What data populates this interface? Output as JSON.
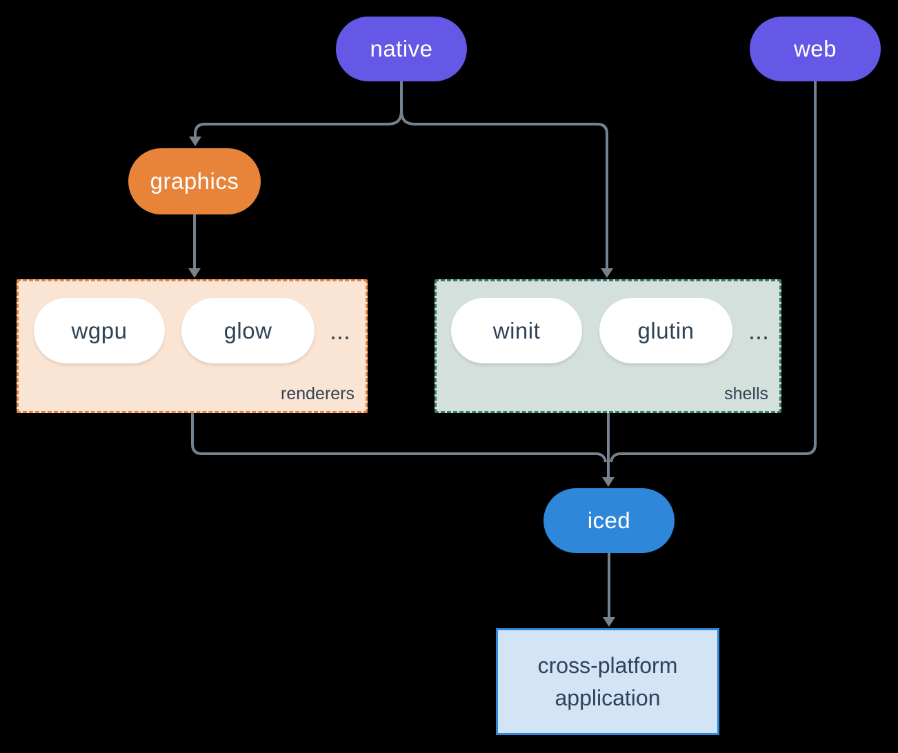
{
  "diagram": {
    "nodes": {
      "native": {
        "label": "native"
      },
      "web": {
        "label": "web"
      },
      "graphics": {
        "label": "graphics"
      },
      "wgpu": {
        "label": "wgpu"
      },
      "glow": {
        "label": "glow"
      },
      "winit": {
        "label": "winit"
      },
      "glutin": {
        "label": "glutin"
      },
      "iced": {
        "label": "iced"
      },
      "application": {
        "label_line1": "cross-platform",
        "label_line2": "application"
      }
    },
    "groups": {
      "renderers": {
        "label": "renderers",
        "more": "..."
      },
      "shells": {
        "label": "shells",
        "more": "..."
      }
    },
    "edges": [
      {
        "from": "native",
        "to": "graphics"
      },
      {
        "from": "native",
        "to": "shells"
      },
      {
        "from": "graphics",
        "to": "renderers"
      },
      {
        "from": "renderers",
        "to": "iced"
      },
      {
        "from": "shells",
        "to": "iced"
      },
      {
        "from": "web",
        "to": "iced"
      },
      {
        "from": "iced",
        "to": "application"
      }
    ]
  },
  "colors": {
    "background": "#000000",
    "purple": "#6558e6",
    "orange": "#e8833a",
    "blue": "#2e87d8",
    "navy": "#2f4356",
    "connector": "#75828f",
    "renderers_bg": "#fae4d4",
    "renderers_border": "#e8833a",
    "shells_bg": "#d4e0db",
    "shells_border": "#2e7d6e",
    "app_bg": "#d4e4f7",
    "app_border": "#2e87d8",
    "node_text": "#ffffff"
  }
}
